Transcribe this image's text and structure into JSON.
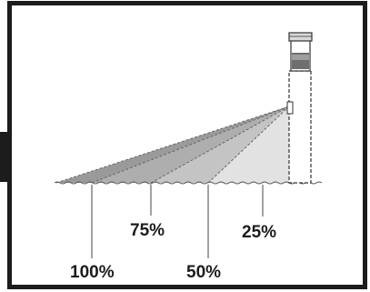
{
  "diagram": {
    "type": "light-distribution",
    "labels": {
      "p100": "100%",
      "p75": "75%",
      "p50": "50%",
      "p25": "25%"
    }
  },
  "colors": {
    "frame": "#1c1c1c",
    "zone_100": "#9a9a9a",
    "zone_75": "#aeaeae",
    "zone_50": "#c4c4c4",
    "zone_25": "#e2e2e2",
    "fixture_body": "#ffffff",
    "fixture_cap": "#d8d8d8",
    "fixture_lens": "#6e6e6e"
  }
}
